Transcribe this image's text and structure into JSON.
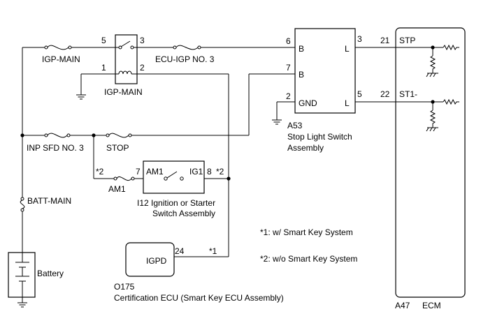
{
  "relay": {
    "name": "IGP-MAIN",
    "pin5": "5",
    "pin3": "3",
    "pin1": "1",
    "pin2": "2"
  },
  "fuses": {
    "igp_main": "IGP-MAIN",
    "ecu_igp": "ECU-IGP NO. 3",
    "inp_sfd": "INP SFD NO. 3",
    "stop": "STOP",
    "am1": "AM1",
    "batt_main": "BATT-MAIN"
  },
  "stop_switch": {
    "pin6": "6",
    "pin7": "7",
    "pin2": "2",
    "pin3": "3",
    "pin5": "5",
    "term_b1": "B",
    "term_b2": "B",
    "term_gnd": "GND",
    "term_l1": "L",
    "term_l2": "L",
    "code": "A53",
    "name_line1": "Stop Light Switch",
    "name_line2": "Assembly"
  },
  "ecm": {
    "pin21": "21",
    "pin22": "22",
    "term_stp": "STP",
    "term_st1": "ST1-",
    "code": "A47",
    "name": "ECM"
  },
  "ignition": {
    "pin7": "7",
    "pin8": "8",
    "term_am1": "AM1",
    "term_ig1": "IG1",
    "name_line1": "I12 Ignition or Starter",
    "name_line2": "Switch Assembly"
  },
  "notes": {
    "star2_a": "*2",
    "star2_b": "*2",
    "star1": "*1"
  },
  "battery": {
    "label": "Battery"
  },
  "cert_ecu": {
    "pin24": "24",
    "term_igpd": "IGPD",
    "code": "O175",
    "name": "Certification ECU (Smart Key ECU Assembly)"
  },
  "legend": {
    "note1": "*1: w/ Smart Key System",
    "note2": "*2: w/o Smart Key System"
  }
}
